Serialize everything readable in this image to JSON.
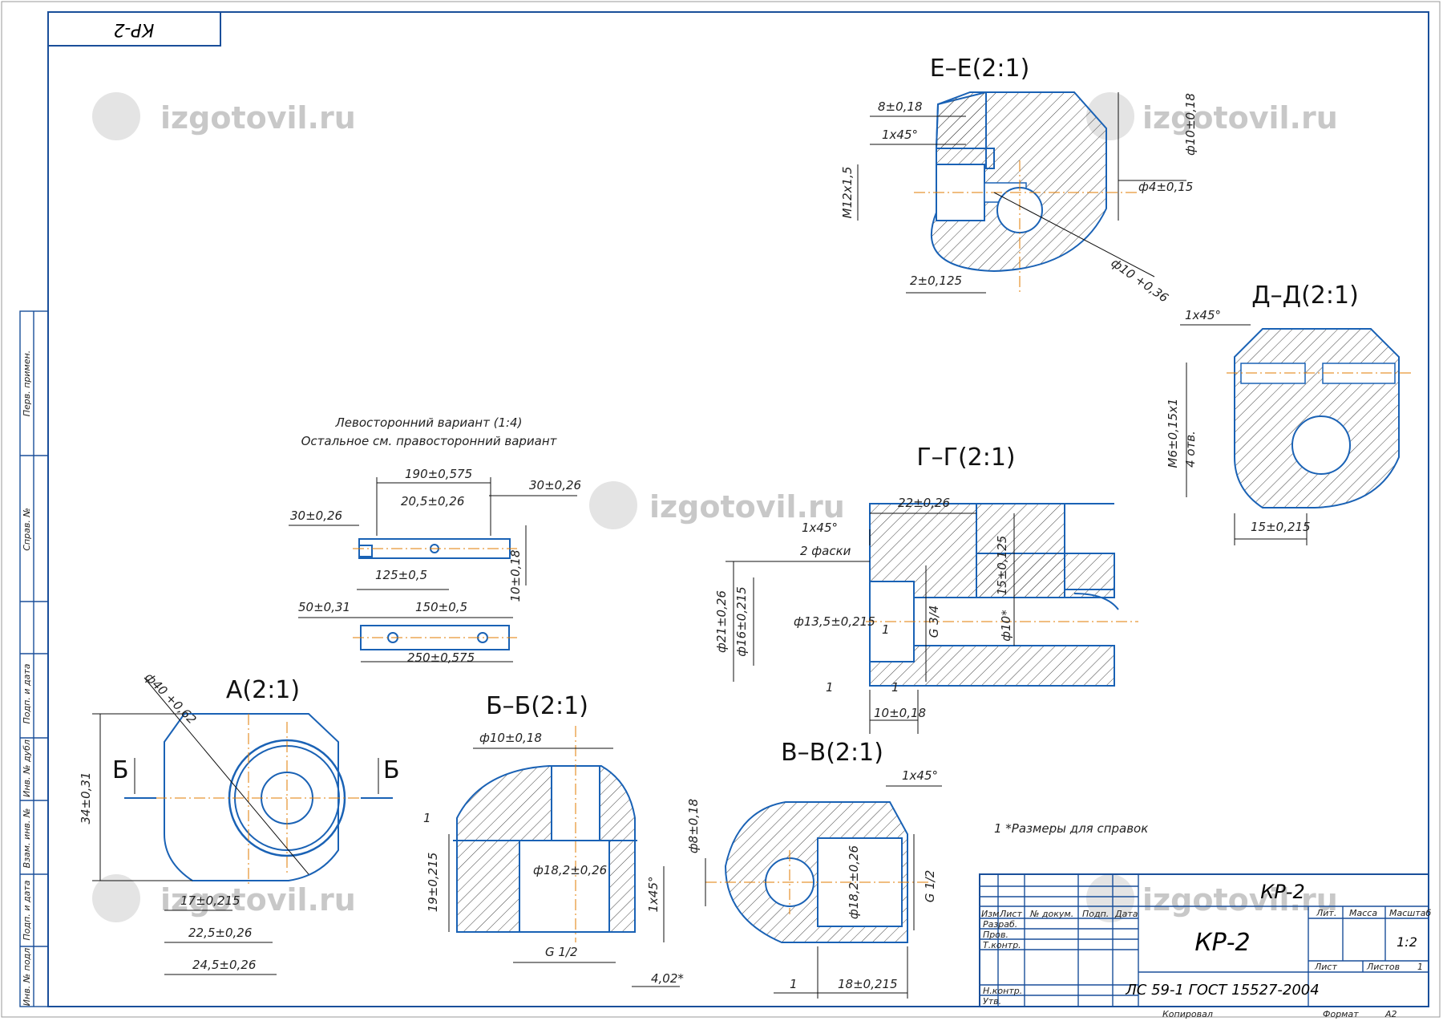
{
  "drawing": {
    "code": "КР-2",
    "code_rotated": "КР-2",
    "watermark": "izgotovil.ru",
    "note_left_variant": [
      "Левосторонний вариант (1:4)",
      "Остальное см. правосторонний вариант"
    ],
    "note_reference": "1 *Размеры для справок",
    "side_stamps": [
      "Перв. примен.",
      "Справ. №",
      "Подп. и дата",
      "Инв. № дубл",
      "Взам. инв. №",
      "Подп. и дата",
      "Инв. № подл"
    ]
  },
  "views": {
    "e_e": {
      "title": "Е–Е(2:1)",
      "dims": [
        "8±0,18",
        "1x45°",
        "M12x1,5",
        "2±0,125",
        "ф10±0,18",
        "ф4±0,15",
        "ф10 +0,36"
      ]
    },
    "d_d": {
      "title": "Д–Д(2:1)",
      "dims": [
        "1x45°",
        "M6±0,15x1",
        "4 отв.",
        "15±0,215"
      ]
    },
    "g_g": {
      "title": "Г–Г(2:1)",
      "dims": [
        "22±0,26",
        "1x45°",
        "2 фаски",
        "ф21±0,26",
        "ф16±0,215",
        "ф13,5±0,215",
        "G 3/4",
        "15±0,125",
        "ф10*",
        "1",
        "1",
        "1",
        "10±0,18"
      ]
    },
    "left_variant": {
      "dims": [
        "190±0,575",
        "30±0,26",
        "20,5±0,26",
        "30±0,26",
        "125±0,5",
        "10±0,18",
        "50±0,31",
        "150±0,5",
        "250±0,575"
      ]
    },
    "a": {
      "title": "А(2:1)",
      "section_mark": "Б",
      "dims": [
        "ф40 +0,62",
        "34±0,31",
        "17±0,215",
        "22,5±0,26",
        "24,5±0,26"
      ]
    },
    "b_b": {
      "title": "Б–Б(2:1)",
      "dims": [
        "ф10±0,18",
        "1",
        "19±0,215",
        "ф18,2±0,26",
        "1x45°",
        "G 1/2",
        "4,02*"
      ]
    },
    "v_v": {
      "title": "В–В(2:1)",
      "dims": [
        "1x45°",
        "ф8±0,18",
        "ф18,2±0,26",
        "G 1/2",
        "1",
        "18±0,215"
      ]
    }
  },
  "title_block": {
    "code_top": "КР-2",
    "code_main": "КР-2",
    "material": "ЛС 59-1  ГОСТ 15527-2004",
    "headers": {
      "izm": "Изм.",
      "list": "Лист",
      "doc": "№ докум.",
      "sign": "Подп.",
      "date": "Дата"
    },
    "roles": [
      "Разраб.",
      "Пров.",
      "Т.контр.",
      "Н.контр.",
      "Утв."
    ],
    "lit": "Лит.",
    "mass": "Масса",
    "scale_label": "Масштаб",
    "scale": "1:2",
    "sheet_label": "Лист",
    "sheets_label": "Листов",
    "sheets_value": "1",
    "copied": "Копировал",
    "format_label": "Формат",
    "format_value": "А2"
  }
}
